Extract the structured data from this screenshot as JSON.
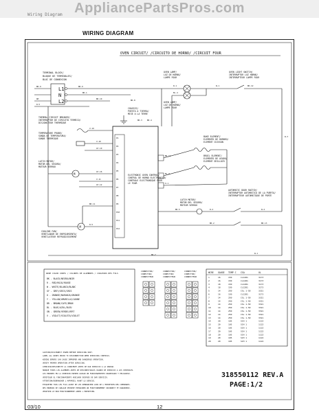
{
  "header": {
    "watermark": "AppliancePartsPros.com",
    "left_text": "Wiring Diagram",
    "title": "WIRING DIAGRAM"
  },
  "diagram": {
    "oven_circuit_title": "OVEN CIRCUIT/ /CIRCUITO DE HORNO/ /CIRCUIT FOUR",
    "terminal_block": [
      "TERMINAL BLOCK/",
      "BLOQUE DE TERMINALES/",
      "BLOC DE CONNEXION"
    ],
    "l1": "L1",
    "n": "N",
    "l2": "L2",
    "chassis_ground": [
      "CHASSIS/",
      "PUESTA A TIERRA/",
      "MISE A LA TERRE"
    ],
    "thermal_cutout": [
      "THERMAL CIRCUIT BREAKER/",
      "INTERRUPTOR DE CIRCUITO TERMICO/",
      "DISJONCTEUR THERMIQUE"
    ],
    "temperature_probe": [
      "TEMPERATURE PROBE/",
      "SONDA DE TEMPERATURA/",
      "SONDE THERMIQUE"
    ],
    "latch_motor": [
      "LATCH MOTOR/",
      "MOTOR DEL SEGURO/",
      "MOTEUR VERROU"
    ],
    "electronic_oven_control": [
      "ELECTRONIC OVEN CONTROL/",
      "CONTROL DE HORNO ELECTRONICO/",
      "CONTROLE ELECTRONIQUE POUR",
      "LE FOUR"
    ],
    "cooling_fan": [
      "COOLING FAN/",
      "VENTILADOR DE ENFRIAMIENTO/",
      "VENTILATEUR REFROIDISSEMENT"
    ],
    "oven_lamp_1": [
      "OVEN LAMP/",
      "LUZ DE HORNO/",
      "LAMPE FOUR"
    ],
    "oven_lamp_2": [
      "OVEN LAMP/",
      "LUZ DE HORNO/",
      "LAMPE FOUR"
    ],
    "oven_light_switch": [
      "OVEN LIGHT SWITCH/",
      "INTERRUPTOR LUZ HORNO/",
      "INTERRUPTEUR LAMPE FOUR"
    ],
    "bake_element": [
      "BAKE ELEMENT/",
      "ELEMENTO DE HORNEO/",
      "ELEMENT CUISSON"
    ],
    "broil_element": [
      "BROIL ELEMENT/",
      "ELEMENTO DE ASADO/",
      "ELEMENT GRILLOIR"
    ],
    "door_switch": [
      "AUTOMATIC DOOR SWITCH/",
      "INTERRUPTOR AUTOMATICO DE LA PUERTA/",
      "INTERRUPTEUR AUTOMATIQUE DE PORTE"
    ],
    "latch_switch": [
      "LATCH MOTOR/",
      "MOTOR DEL SEGURO/",
      "MOTEUR VERROU"
    ],
    "wire_labels": [
      "BK-9",
      "BK-9",
      "BK-1",
      "WH",
      "R-5",
      "BK-10",
      "BK-8",
      "BK-3",
      "BK-4",
      "R-1",
      "W-1",
      "V-19",
      "V-10",
      "GY-10",
      "GY-16",
      "V-11",
      "GY-12",
      "BL-4",
      "BK-14",
      "BL-4",
      "O-1",
      "BK-5",
      "R-2",
      "W-2",
      "BK-2",
      "BK-13",
      "BK-11",
      "R-5",
      "BK-7",
      "W-1",
      "BK-12",
      "W-3"
    ],
    "oven_control_pins": [
      "P1",
      "P2",
      "P3",
      "P4",
      "P5",
      "P6",
      "P7",
      "P8",
      "P9",
      "P10",
      "P11",
      "P12"
    ]
  },
  "color_legend": {
    "title": "WIRE COLOR CODES / COLORES DE ALAMBRES / COULEURS DES FILS",
    "items": [
      "BK - BLACK/NEGRO/NOIR",
      "R - RED/ROJO/ROUGE",
      "W - WHITE/BLANCO/BLANC",
      "GY - GREY/GRIS/GRIS",
      "O - ORANGE/NARANJA/ORANGE",
      "Y - YELLOW/AMARILLO/JAUNE",
      "BR - BROWN/CAFE/BRUN",
      "BL - BLUE/AZUL/BLEU",
      "GN - GREEN/VERDE/VERT",
      "V - VIOLET/VIOLETA/VIOLET"
    ]
  },
  "connectors": {
    "headers": [
      "CONNECTOR/",
      "CONECTOR/",
      "CONNECTEUR"
    ]
  },
  "wire_table": {
    "headers": [
      "WIRE",
      "GAUGE",
      "TEMP C",
      "CSA",
      "UL"
    ],
    "rows": [
      [
        "1",
        "16",
        "150",
        "CL1281",
        "3173"
      ],
      [
        "2",
        "16",
        "150",
        "CL1281",
        "3173"
      ],
      [
        "3",
        "18",
        "150",
        "CL1281",
        "3173"
      ],
      [
        "4",
        "18",
        "150",
        "CL1281",
        "3173"
      ],
      [
        "5",
        "14",
        "250",
        "CSL 1-50",
        "3321"
      ],
      [
        "6",
        "16",
        "150",
        "CL1281",
        "3173"
      ],
      [
        "7",
        "14",
        "250",
        "CSL 1-50",
        "3321"
      ],
      [
        "8",
        "14",
        "250",
        "CSL 1-50",
        "3321"
      ],
      [
        "9",
        "14",
        "250",
        "CSL 1-50",
        "3321"
      ],
      [
        "10",
        "14",
        "250",
        "CSL 1-50",
        "3321"
      ],
      [
        "11",
        "14",
        "250",
        "CSL 1-50",
        "3321"
      ],
      [
        "12",
        "14",
        "250",
        "CSL 1-50",
        "3321"
      ],
      [
        "13",
        "14",
        "250",
        "CSL 1-50",
        "3321"
      ],
      [
        "14",
        "20",
        "105",
        "SCH 1",
        "1122"
      ],
      [
        "15",
        "20",
        "105",
        "SCH 1",
        "1122"
      ],
      [
        "16",
        "20",
        "105",
        "SCH 1",
        "1122"
      ],
      [
        "17",
        "20",
        "105",
        "SCH 1",
        "1122"
      ],
      [
        "18",
        "20",
        "105",
        "SCH 1",
        "1122"
      ],
      [
        "19",
        "20",
        "105",
        "SCH 1",
        "1122"
      ],
      [
        "20",
        "20",
        "105",
        "SCH 1",
        "1122"
      ]
    ]
  },
  "caution": [
    "CAUTION/DISCONNECT POWER BEFORE SERVICING UNIT.",
    "LABEL ALL WIRES PRIOR TO DISCONNECTION WHEN SERVICING CONTROLS.",
    "WIRING ERRORS CAN CAUSE IMPROPER AND DANGEROUS OPERATION.",
    "VERIFY PROPER OPERATION AFTER SERVICING.",
    "ATENCION/DESCONECTE LA CORRIENTE ANTES DE DAR SERVICIO A LA UNIDAD.",
    "MARQUE TODOS LOS ALAMBRES ANTES DE DESCONECTARLOS CUANDO DE SERVICIO A LOS CONTROLES.",
    "LOS ERRORES EN LA CONEXION PUEDEN CAUSAR UN FUNCIONAMIENTO INADECUADO Y PELIGROSO.",
    "VERIFIQUE EL FUNCIONAMIENTO ADECUADO DESPUES DE DAR SERVICIO.",
    "ATTENTION/DEBRANCHER L'APPAREIL AVANT LE SERVICE.",
    "ETIQUETER TOUS LES FILS AVANT DE LES DEBRANCHER LORS DE L'ENTRETIEN DES COMMANDES.",
    "DES ERREURS DE CABLAGE PEUVENT ENTRAINER UN FONCTIONNEMENT INCORRECT ET DANGEREUX.",
    "VERIFIER LE BON FONCTIONNEMENT APRES L'ENTRETIEN."
  ],
  "doc_number": "318550112 REV.A",
  "page_label": "PAGE:1/2",
  "footer": {
    "date": "03/10",
    "page_number": "12"
  }
}
